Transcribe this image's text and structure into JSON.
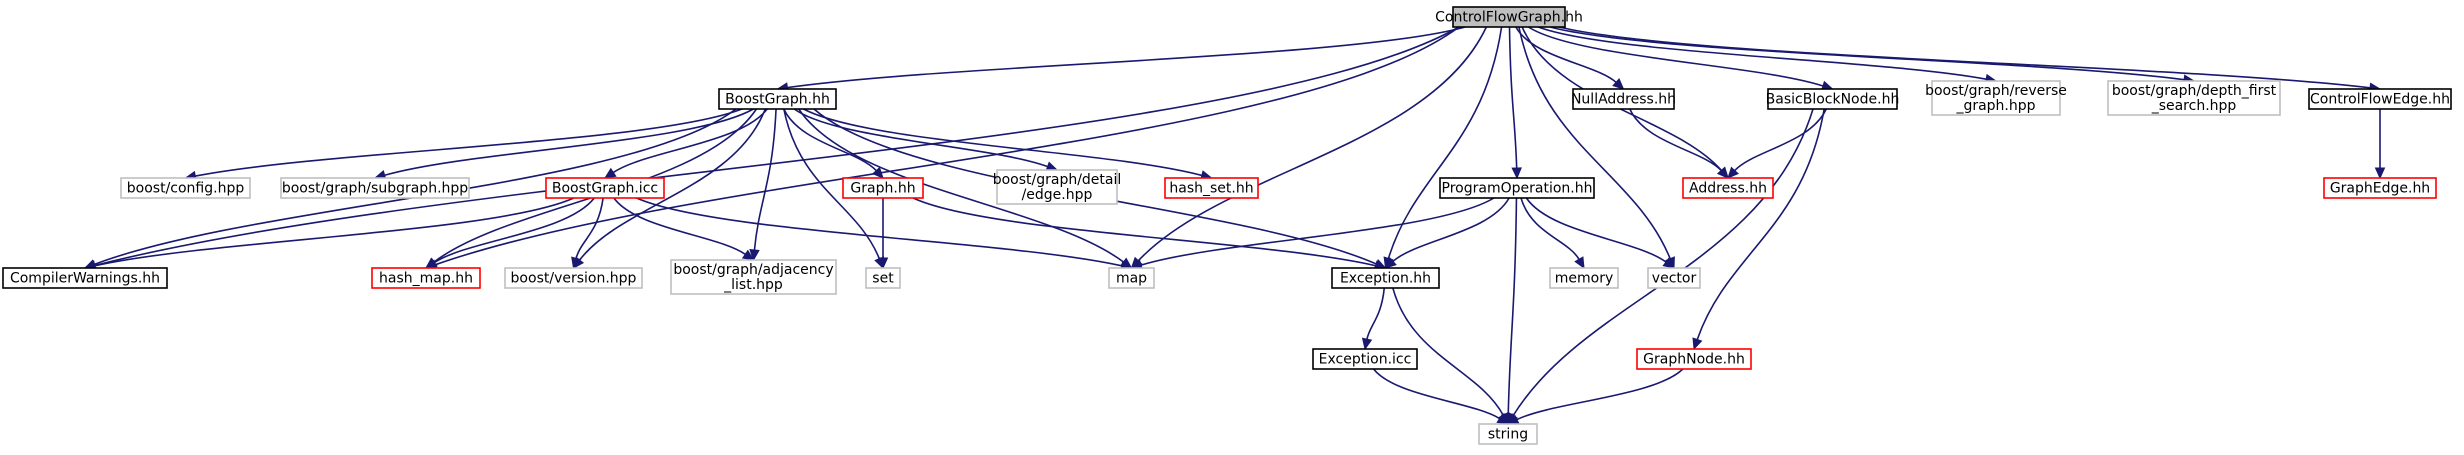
{
  "colors": {
    "edge": "#191970",
    "root_fill": "#bfbfbf",
    "root_stroke": "#000000",
    "documented_stroke": "#000000",
    "missing_stroke": "#ff0000",
    "external_stroke": "#bfbfbf"
  },
  "nodes": [
    {
      "id": "cfg",
      "lines": [
        "ControlFlowGraph.hh"
      ],
      "kind": "root"
    },
    {
      "id": "bg",
      "lines": [
        "BoostGraph.hh"
      ],
      "kind": "documented"
    },
    {
      "id": "na",
      "lines": [
        "NullAddress.hh"
      ],
      "kind": "documented"
    },
    {
      "id": "bbn",
      "lines": [
        "BasicBlockNode.hh"
      ],
      "kind": "documented"
    },
    {
      "id": "rev",
      "lines": [
        "boost/graph/reverse",
        "_graph.hpp"
      ],
      "kind": "external"
    },
    {
      "id": "dfs",
      "lines": [
        "boost/graph/depth_first",
        "_search.hpp"
      ],
      "kind": "external"
    },
    {
      "id": "cfe",
      "lines": [
        "ControlFlowEdge.hh"
      ],
      "kind": "documented"
    },
    {
      "id": "bcfg",
      "lines": [
        "boost/config.hpp"
      ],
      "kind": "external"
    },
    {
      "id": "bsub",
      "lines": [
        "boost/graph/subgraph.hpp"
      ],
      "kind": "external"
    },
    {
      "id": "bgi",
      "lines": [
        "BoostGraph.icc"
      ],
      "kind": "missing"
    },
    {
      "id": "gh",
      "lines": [
        "Graph.hh"
      ],
      "kind": "missing"
    },
    {
      "id": "edge",
      "lines": [
        "boost/graph/detail",
        "/edge.hpp"
      ],
      "kind": "external"
    },
    {
      "id": "hs",
      "lines": [
        "hash_set.hh"
      ],
      "kind": "missing"
    },
    {
      "id": "po",
      "lines": [
        "ProgramOperation.hh"
      ],
      "kind": "documented"
    },
    {
      "id": "addr",
      "lines": [
        "Address.hh"
      ],
      "kind": "missing"
    },
    {
      "id": "ge",
      "lines": [
        "GraphEdge.hh"
      ],
      "kind": "missing"
    },
    {
      "id": "cw",
      "lines": [
        "CompilerWarnings.hh"
      ],
      "kind": "documented"
    },
    {
      "id": "hm",
      "lines": [
        "hash_map.hh"
      ],
      "kind": "missing"
    },
    {
      "id": "bv",
      "lines": [
        "boost/version.hpp"
      ],
      "kind": "external"
    },
    {
      "id": "adj",
      "lines": [
        "boost/graph/adjacency",
        "_list.hpp"
      ],
      "kind": "external"
    },
    {
      "id": "set",
      "lines": [
        "set"
      ],
      "kind": "external"
    },
    {
      "id": "map",
      "lines": [
        "map"
      ],
      "kind": "external"
    },
    {
      "id": "exh",
      "lines": [
        "Exception.hh"
      ],
      "kind": "documented"
    },
    {
      "id": "mem",
      "lines": [
        "memory"
      ],
      "kind": "external"
    },
    {
      "id": "vec",
      "lines": [
        "vector"
      ],
      "kind": "external"
    },
    {
      "id": "exi",
      "lines": [
        "Exception.icc"
      ],
      "kind": "documented"
    },
    {
      "id": "gn",
      "lines": [
        "GraphNode.hh"
      ],
      "kind": "missing"
    },
    {
      "id": "str",
      "lines": [
        "string"
      ],
      "kind": "external"
    }
  ],
  "edges": [
    [
      "cfg",
      "bg"
    ],
    [
      "cfg",
      "na"
    ],
    [
      "cfg",
      "bbn"
    ],
    [
      "cfg",
      "rev"
    ],
    [
      "cfg",
      "dfs"
    ],
    [
      "cfg",
      "cfe"
    ],
    [
      "cfg",
      "cw"
    ],
    [
      "cfg",
      "hm"
    ],
    [
      "cfg",
      "map"
    ],
    [
      "cfg",
      "exh"
    ],
    [
      "cfg",
      "po"
    ],
    [
      "cfg",
      "vec"
    ],
    [
      "cfg",
      "addr"
    ],
    [
      "bg",
      "bcfg"
    ],
    [
      "bg",
      "bsub"
    ],
    [
      "bg",
      "bgi"
    ],
    [
      "bg",
      "gh"
    ],
    [
      "bg",
      "edge"
    ],
    [
      "bg",
      "hs"
    ],
    [
      "bg",
      "cw"
    ],
    [
      "bg",
      "hm"
    ],
    [
      "bg",
      "bv"
    ],
    [
      "bg",
      "adj"
    ],
    [
      "bg",
      "set"
    ],
    [
      "bg",
      "map"
    ],
    [
      "bg",
      "exh"
    ],
    [
      "na",
      "addr"
    ],
    [
      "bbn",
      "addr"
    ],
    [
      "bbn",
      "gn"
    ],
    [
      "bbn",
      "str"
    ],
    [
      "cfe",
      "ge"
    ],
    [
      "bgi",
      "cw"
    ],
    [
      "bgi",
      "hm"
    ],
    [
      "bgi",
      "bv"
    ],
    [
      "bgi",
      "adj"
    ],
    [
      "bgi",
      "map"
    ],
    [
      "gh",
      "set"
    ],
    [
      "gh",
      "exh"
    ],
    [
      "po",
      "map"
    ],
    [
      "po",
      "exh"
    ],
    [
      "po",
      "mem"
    ],
    [
      "po",
      "vec"
    ],
    [
      "po",
      "str"
    ],
    [
      "exh",
      "exi"
    ],
    [
      "exh",
      "str"
    ],
    [
      "exi",
      "str"
    ],
    [
      "gn",
      "str"
    ]
  ]
}
